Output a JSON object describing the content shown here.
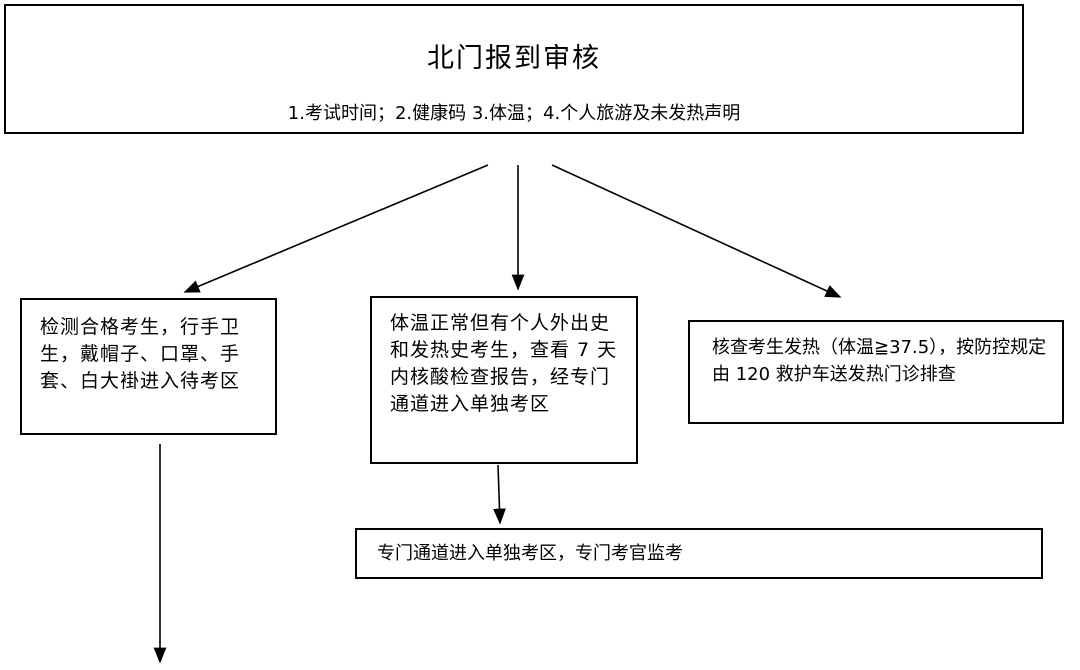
{
  "flowchart": {
    "top_box": {
      "title": "北门报到审核",
      "subtitle": "1.考试时间；2.健康码  3.体温；4.个人旅游及未发热声明"
    },
    "left_box": {
      "text": "检测合格考生，行手卫生，戴帽子、口罩、手套、白大褂进入待考区"
    },
    "middle_box": {
      "text": "体温正常但有个人外出史和发热史考生，查看 7 天内核酸检查报告，经专门通道进入单独考区"
    },
    "right_box": {
      "text": "核查考生发热（体温≧37.5），按防控规定由 120 救护车送发热门诊排查"
    },
    "bottom_box": {
      "text": "专门通道进入单独考区，专门考官监考"
    }
  },
  "colors": {
    "line": "#000000",
    "background": "#ffffff"
  }
}
